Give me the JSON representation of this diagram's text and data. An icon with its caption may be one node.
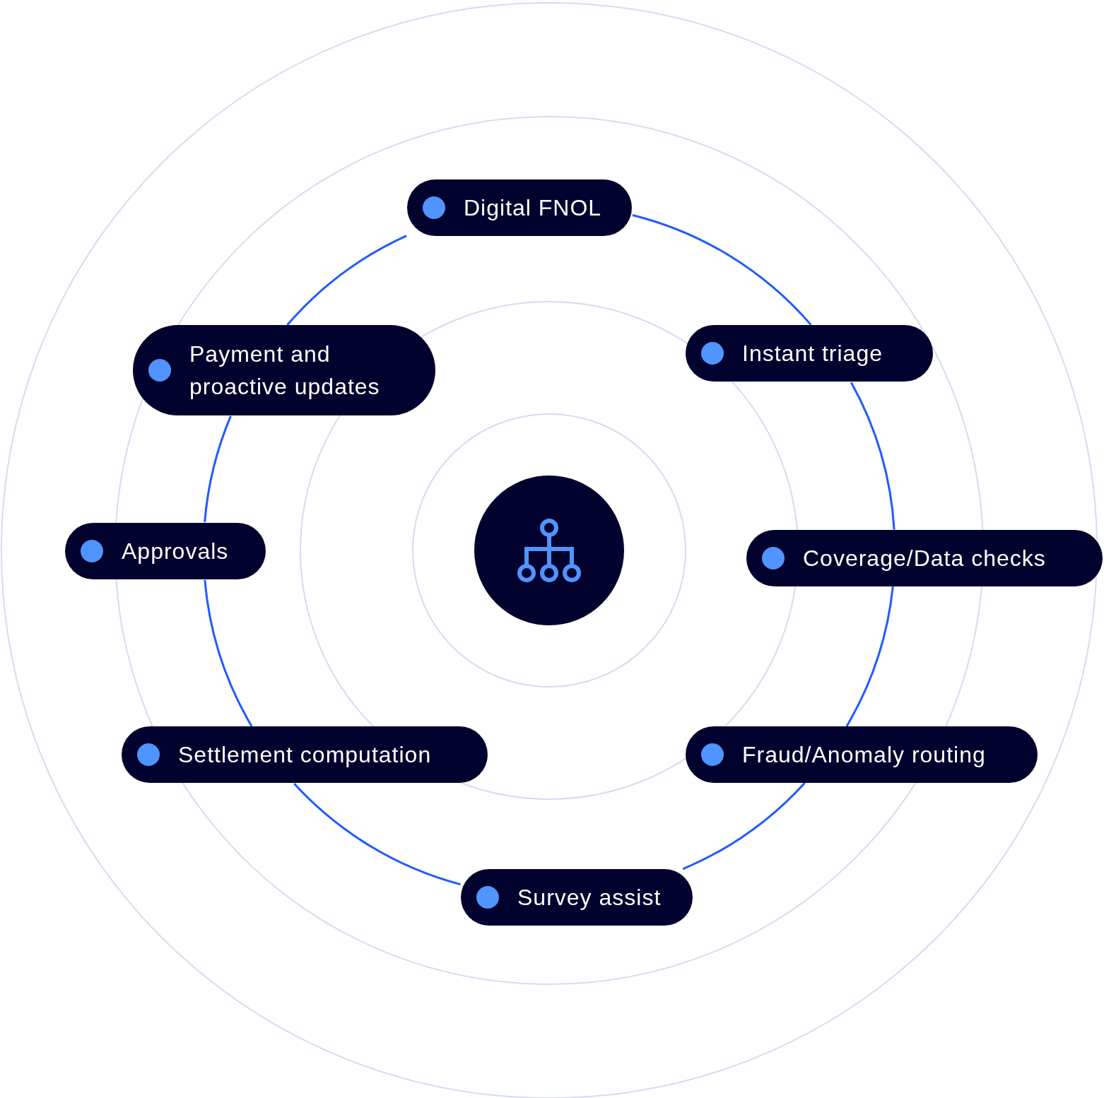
{
  "diagram": {
    "nodes": [
      {
        "text": [
          "Digital FNOL"
        ]
      },
      {
        "text": [
          "Instant triage"
        ]
      },
      {
        "text": [
          "Coverage/Data checks"
        ]
      },
      {
        "text": [
          "Fraud/Anomaly routing"
        ]
      },
      {
        "text": [
          "Survey assist"
        ]
      },
      {
        "text": [
          "Settlement computation"
        ]
      },
      {
        "text": [
          "Approvals"
        ]
      },
      {
        "text": [
          "Payment and proactive updates"
        ]
      }
    ],
    "edges": [
      {
        "from": 0,
        "to": 1,
        "arrow": "none"
      },
      {
        "from": 1,
        "to": 2,
        "arrow": "none"
      },
      {
        "from": 2,
        "to": 3,
        "arrow": "none"
      },
      {
        "from": 3,
        "to": 4,
        "arrow": "none"
      },
      {
        "from": 4,
        "to": 5,
        "arrow": "none"
      },
      {
        "from": 5,
        "to": 6,
        "arrow": "none"
      },
      {
        "from": 6,
        "to": 7,
        "arrow": "none"
      },
      {
        "from": 7,
        "to": 0,
        "arrow": "none"
      }
    ]
  }
}
